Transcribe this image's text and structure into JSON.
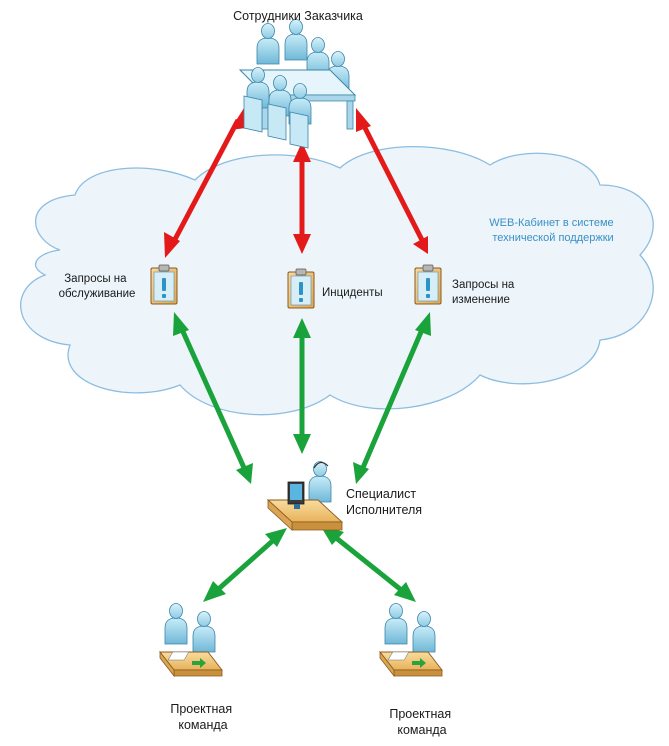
{
  "nodes": {
    "customer": {
      "label": "Сотрудники Заказчика"
    },
    "service_requests": {
      "label_lines": [
        "Запросы на",
        "обслуживание"
      ]
    },
    "incidents": {
      "label": "Инциденты"
    },
    "change_requests": {
      "label_lines": [
        "Запросы на",
        "изменение"
      ]
    },
    "specialist": {
      "label_lines": [
        "Специалист",
        "Исполнителя"
      ]
    },
    "team_left": {
      "label_lines": [
        "Проектная",
        "команда"
      ]
    },
    "team_right": {
      "label_lines": [
        "Проектная",
        "команда"
      ]
    }
  },
  "cloud": {
    "note_lines": [
      "WEB-Кабинет в системе",
      "технической поддержки"
    ]
  },
  "colors": {
    "red_arrow": "#e41a1a",
    "green_arrow": "#1aa33a",
    "cloud_fill": "#edf5fb",
    "cloud_stroke": "#8cbde0",
    "cloud_note": "#3a8fc4",
    "person": "#9fd4ea",
    "desk": "#f2c97a"
  },
  "icons": {
    "customer": "meeting-group-icon",
    "service_requests": "clipboard-alert-icon",
    "incidents": "clipboard-alert-icon",
    "change_requests": "clipboard-alert-icon",
    "specialist": "operator-workstation-icon",
    "team": "team-meeting-icon"
  }
}
